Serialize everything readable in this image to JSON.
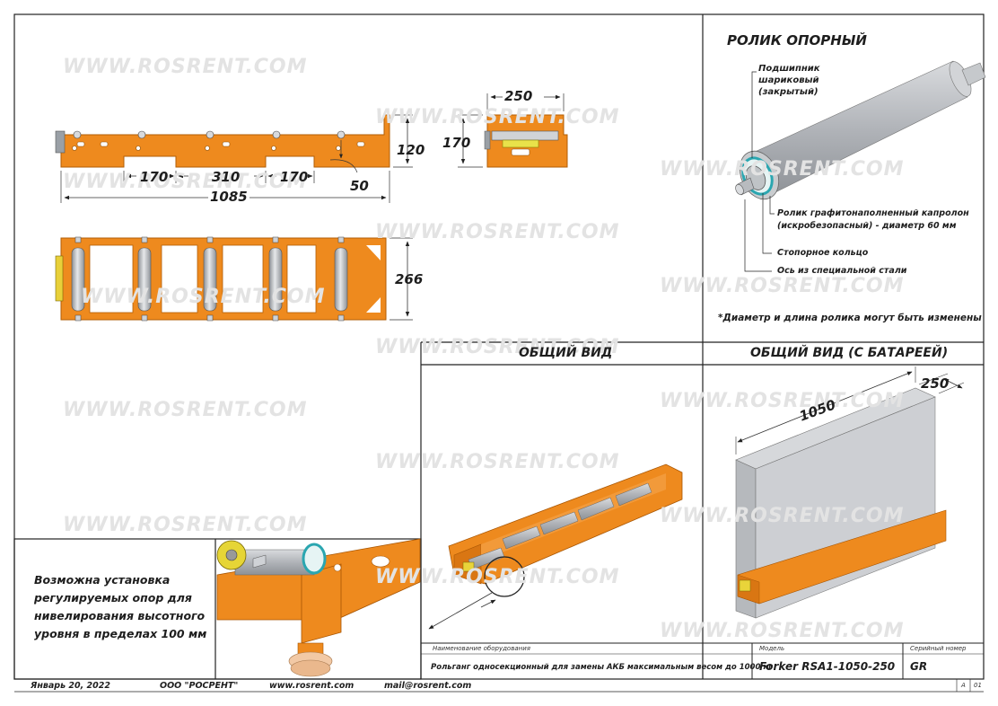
{
  "watermark": "WWW.ROSRENT.COM",
  "roller": {
    "title": "РОЛИК ОПОРНЫЙ",
    "bearing_lines": [
      "Подшипник",
      "шариковый",
      "(закрытый)"
    ],
    "material_lines": [
      "Ролик графитонаполненный капролон",
      "(искробезопасный) - диаметр 60 мм"
    ],
    "ring": "Стопорное кольцо",
    "axis": "Ось из специальной стали",
    "footnote": "*Диаметр и длина ролика могут быть изменены"
  },
  "dimensions": {
    "d250_top": "250",
    "d170_side": "170",
    "d120": "120",
    "d170_a": "170",
    "d310": "310",
    "d170_b": "170",
    "d50": "50",
    "d1085": "1085",
    "d266": "266",
    "d1050": "1050",
    "d250_iso": "250"
  },
  "views": {
    "general": "ОБЩИЙ ВИД",
    "with_battery": "ОБЩИЙ ВИД (С БАТАРЕЕЙ)"
  },
  "note_lines": [
    "Возможна установка",
    "регулируемых опор для",
    "нивелирования высотного",
    "уровня в пределах 100 мм"
  ],
  "title_block": {
    "equipment_label": "Наименование оборудования",
    "equipment_value": "Рольганг односекционный для замены АКБ максимальным весом до 1000 кг",
    "model_label": "Модель",
    "model_value": "Forker RSA1-1050-250",
    "serial_label": "Серийный номер",
    "serial_value": "GR",
    "sheet_a": "A",
    "sheet_b": "01"
  },
  "footer": {
    "date": "Январь 20, 2022",
    "company": "ООО \"РОСРЕНТ\"",
    "site": "www.rosrent.com",
    "mail": "mail@rosrent.com"
  },
  "colors": {
    "orange": "#ee8a1e",
    "orange_dark": "#c96a0a",
    "roller_grey": "#b9bcc0",
    "battery_grey": "#c9ccd0"
  }
}
